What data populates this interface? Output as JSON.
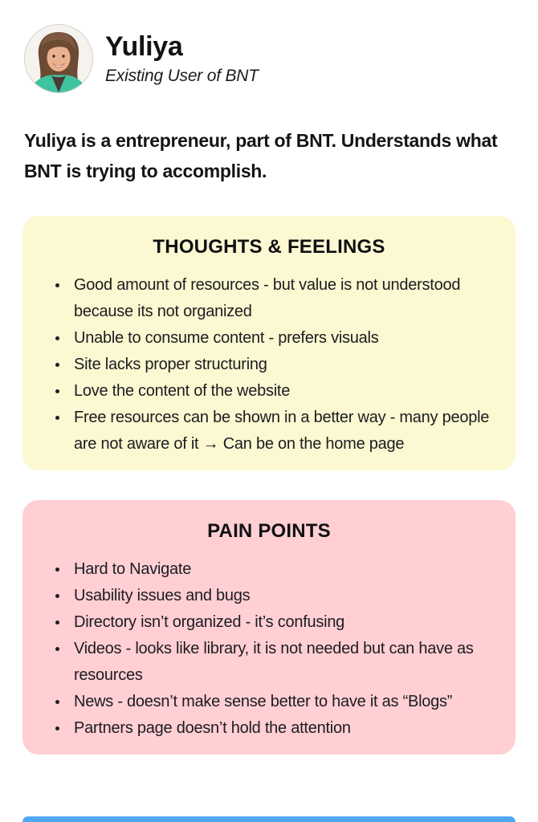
{
  "persona": {
    "name": "Yuliya",
    "role": "Existing User of BNT",
    "description": "Yuliya is a entrepreneur, part of BNT. Understands what BNT is trying to accomplish."
  },
  "sections": [
    {
      "title": "THOUGHTS & FEELINGS",
      "bg": "#FCF8D2",
      "items": [
        "Good amount of resources - but value is not understood because its not organized",
        "Unable to consume content - prefers visuals",
        "Site lacks proper structuring",
        "Love the content of the website",
        "Free resources can be shown in a better way - many people are not aware of it → Can be on the home page"
      ]
    },
    {
      "title": "PAIN POINTS",
      "bg": "#FFCFD4",
      "items": [
        "Hard to Navigate",
        "Usability issues and bugs",
        "Directory isn’t organized - it’s confusing",
        "Videos - looks like library, it is not needed but can have as resources",
        "News - doesn’t make sense better to have it as “Blogs”",
        "Partners page doesn’t hold the attention"
      ]
    }
  ],
  "colors": {
    "thoughts_bg": "#FCF8D2",
    "pain_bg": "#FFCFD4",
    "next_section_peek": "#4FA8F3",
    "text": "#17171A",
    "avatar_jacket": "#3FC4A0",
    "avatar_hair": "#6D4A33"
  }
}
